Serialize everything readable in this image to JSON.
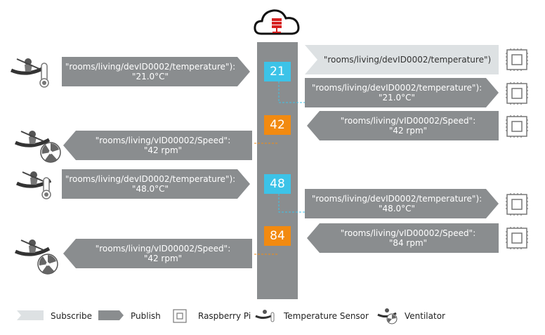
{
  "messages": {
    "sub_topic": "\"rooms/living/devID0002/temperature\")",
    "pub_temp_in_1": [
      "\"rooms/living/devID0002/temperature\"):",
      "\"21.0°C\""
    ],
    "pub_temp_out_1": [
      "\"rooms/living/devID0002/temperature\"):",
      "\"21.0°C\""
    ],
    "pub_speed_in_1": [
      "\"rooms/living/vID00002/Speed\":",
      "\"42 rpm\""
    ],
    "pub_speed_out_1": [
      "\"rooms/living/vID00002/Speed\":",
      "\"42 rpm\""
    ],
    "pub_temp_in_2": [
      "\"rooms/living/devID0002/temperature\"):",
      "\"48.0°C\""
    ],
    "pub_temp_out_2": [
      "\"rooms/living/devID0002/temperature\"):",
      "\"48.0°C\""
    ],
    "pub_speed_in_2": [
      "\"rooms/living/vID00002/Speed\":",
      "\"84 rpm\""
    ],
    "pub_speed_out_2": [
      "\"rooms/living/vID00002/Speed\":",
      "\"42 rpm\""
    ]
  },
  "broker_values": [
    "21",
    "42",
    "48",
    "84"
  ],
  "legend": {
    "subscribe": "Subscribe",
    "publish": "Publish",
    "raspberry_pi": "Raspberry Pi",
    "temperature_sensor": "Temperature Sensor",
    "ventilator": "Ventilator"
  },
  "colors": {
    "publish_arrow": "#8a8d8f",
    "subscribe_arrow": "#dde1e3",
    "broker_bar": "#8a8d8f",
    "temperature_token": "#3cc3e8",
    "speed_token": "#f28a10",
    "cloud_server": "#d62020"
  }
}
